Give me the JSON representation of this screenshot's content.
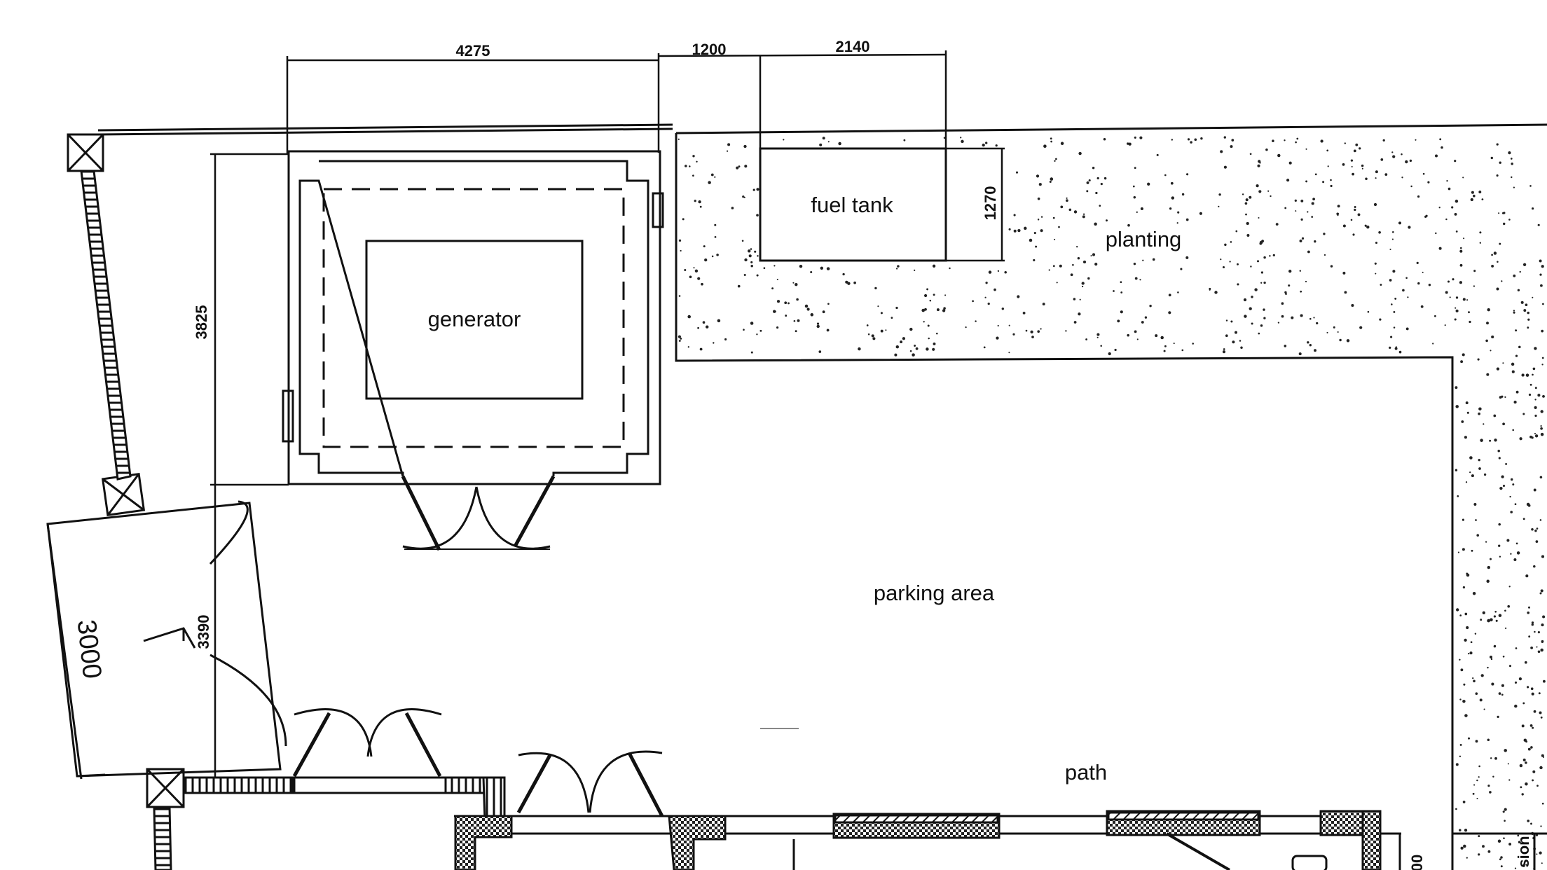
{
  "labels": {
    "generator": "generator",
    "fuel_tank": "fuel tank",
    "planting": "planting",
    "parking_area": "parking area",
    "path": "path"
  },
  "dimensions": {
    "generator_width": "4275",
    "gap": "1200",
    "tank_width": "2140",
    "tank_depth": "1270",
    "generator_depth": "3825",
    "gate_opening": "3390",
    "gate_width": "3000"
  },
  "edge_fragments": {
    "right_a": "00",
    "right_b": "sion"
  },
  "colors": {
    "line": "#111111",
    "background": "#ffffff"
  }
}
